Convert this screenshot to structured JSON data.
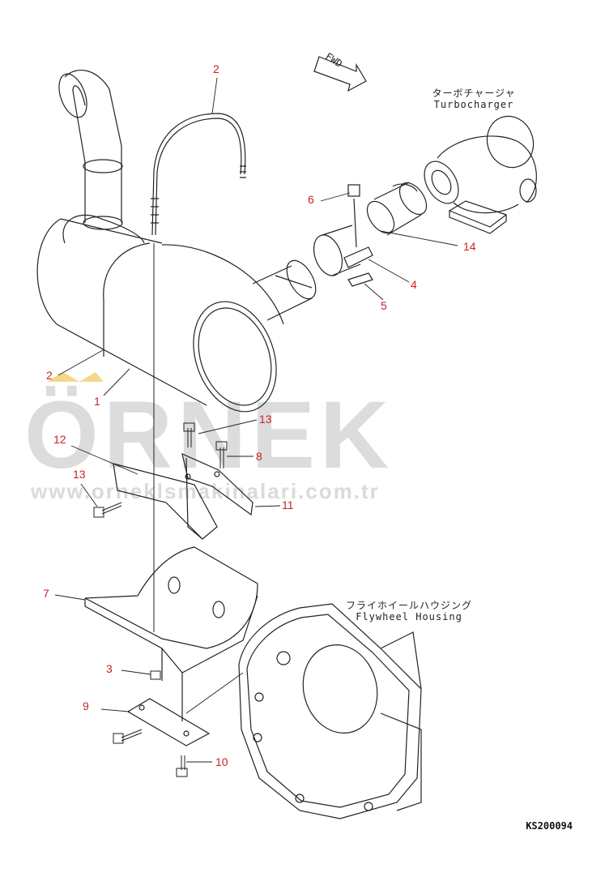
{
  "callouts": [
    "1",
    "2",
    "2",
    "3",
    "4",
    "5",
    "6",
    "7",
    "8",
    "9",
    "10",
    "11",
    "12",
    "13",
    "13",
    "14"
  ],
  "fwd_label": "FWD",
  "turbocharger": {
    "jp": "ターボチャージャ",
    "en": "Turbocharger"
  },
  "flywheel_housing": {
    "jp": "フライホイールハウジング",
    "en": "Flywheel Housing"
  },
  "drawing_code": "KS200094",
  "watermark": {
    "brand": "ÖRNEK",
    "url": "www.orneklsmakinalari.com.tr"
  },
  "colors": {
    "line": "#222222",
    "callout": "#cc2222",
    "watermark": "#d7d6d8",
    "watermark_accent": "#f2d98a"
  }
}
